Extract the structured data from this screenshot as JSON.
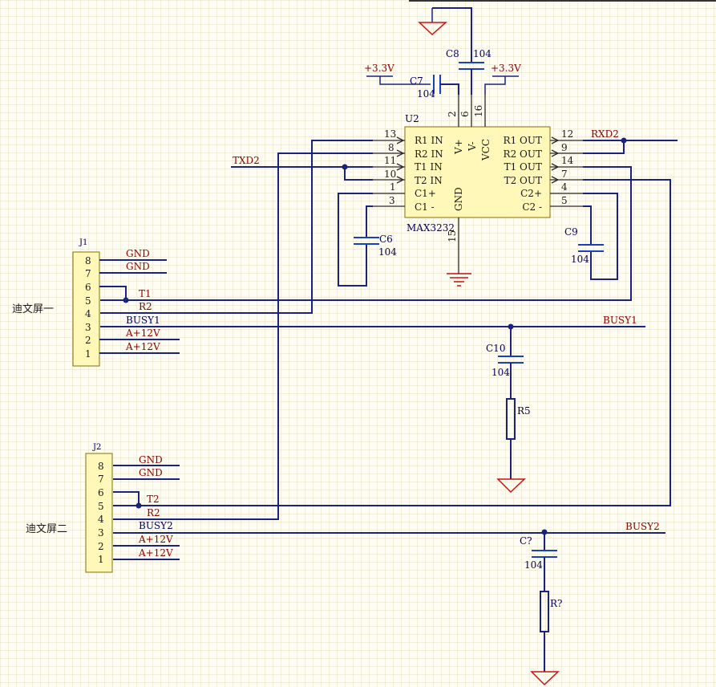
{
  "u2": {
    "ref": "U2",
    "part": "MAX3232",
    "left_pins": [
      {
        "num": "13",
        "name": "R1 IN"
      },
      {
        "num": "8",
        "name": "R2 IN"
      },
      {
        "num": "11",
        "name": "T1 IN"
      },
      {
        "num": "10",
        "name": "T2 IN"
      },
      {
        "num": "1",
        "name": "C1+"
      },
      {
        "num": "3",
        "name": "C1 -"
      }
    ],
    "right_pins": [
      {
        "num": "12",
        "name": "R1 OUT"
      },
      {
        "num": "9",
        "name": "R2 OUT"
      },
      {
        "num": "14",
        "name": "T1 OUT"
      },
      {
        "num": "7",
        "name": "T2 OUT"
      },
      {
        "num": "4",
        "name": "C2+"
      },
      {
        "num": "5",
        "name": "C2 -"
      }
    ],
    "top_pins": [
      {
        "num": "2",
        "name": "V+"
      },
      {
        "num": "6",
        "name": "V-"
      },
      {
        "num": "16",
        "name": "VCC"
      }
    ],
    "bottom_pin": {
      "num": "15",
      "name": "GND"
    }
  },
  "caps": {
    "c8": {
      "ref": "C8",
      "value": "104"
    },
    "c7": {
      "ref": "C7",
      "value": "104"
    },
    "c6": {
      "ref": "C6",
      "value": "104"
    },
    "c9": {
      "ref": "C9",
      "value": "104"
    },
    "c10": {
      "ref": "C10",
      "value": "104"
    },
    "cq": {
      "ref": "C?",
      "value": "104"
    }
  },
  "resistors": {
    "r5": "R5",
    "rq": "R?"
  },
  "power": {
    "vcc_left": "+3.3V",
    "vcc_right": "+3.3V"
  },
  "nets": {
    "rxd": "RXD2",
    "txd": "TXD2",
    "busy1": "BUSY1",
    "busy2": "BUSY2"
  },
  "j1": {
    "ref": "J1",
    "caption": "迪文屏一",
    "pins": [
      "8",
      "7",
      "6",
      "5",
      "4",
      "3",
      "2",
      "1"
    ],
    "labels": {
      "gnd_a": "GND",
      "gnd_b": "GND",
      "t": "T1",
      "r": "R2",
      "busy": "BUSY1",
      "pwr_a": "A+12V",
      "pwr_b": "A+12V"
    }
  },
  "j2": {
    "ref": "J2",
    "caption": "迪文屏二",
    "pins": [
      "8",
      "7",
      "6",
      "5",
      "4",
      "3",
      "2",
      "1"
    ],
    "labels": {
      "gnd_a": "GND",
      "gnd_b": "GND",
      "t": "T2",
      "r": "R2",
      "busy": "BUSY2",
      "pwr_a": "A+12V",
      "pwr_b": "A+12V"
    }
  },
  "colors": {
    "wire": "#1a237e",
    "ground": "#cc1111",
    "component_fill": "#fff8b8",
    "net_label": "#8b0000",
    "grid": "#e3dec4"
  }
}
